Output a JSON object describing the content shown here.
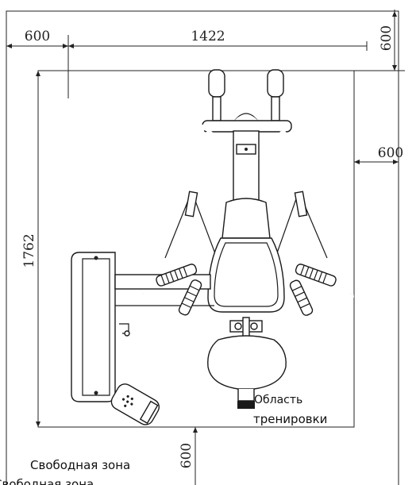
{
  "dimensions": {
    "left_clearance": "600",
    "width": "1422",
    "top_clearance": "600",
    "right_clearance": "600",
    "length": "1762",
    "bottom_clearance": "600"
  },
  "labels": {
    "training_area_line1": "Область",
    "training_area_line2": "тренировки",
    "free_zone_line1": "Свободная зона",
    "free_zone_line2": "Свободная зона"
  },
  "colors": {
    "line": "#222222",
    "background": "#ffffff"
  }
}
